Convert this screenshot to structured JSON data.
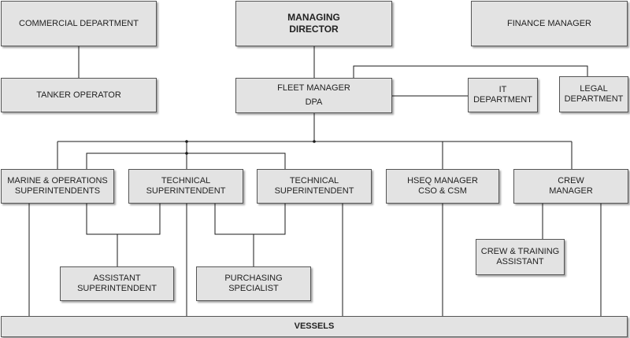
{
  "org_chart": {
    "managing_director": "MANAGING\nDIRECTOR",
    "commercial_department": "COMMERCIAL DEPARTMENT",
    "finance_manager": "FINANCE MANAGER",
    "tanker_operator": "TANKER OPERATOR",
    "fleet_manager": {
      "title": "FLEET MANAGER",
      "subtitle": "DPA"
    },
    "it_department": "IT\nDEPARTMENT",
    "legal_department": "LEGAL\nDEPARTMENT",
    "marine_operations_superintendents": "MARINE & OPERATIONS\nSUPERINTENDENTS",
    "technical_superintendent_1": "TECHNICAL\nSUPERINTENDENT",
    "technical_superintendent_2": "TECHNICAL\nSUPERINTENDENT",
    "hseq_manager": "HSEQ MANAGER\nCSO & CSM",
    "crew_manager": "CREW\nMANAGER",
    "assistant_superintendent": "ASSISTANT\nSUPERINTENDENT",
    "purchasing_specialist": "PURCHASING\nSPECIALIST",
    "crew_training_assistant": "CREW & TRAINING\nASSISTANT",
    "vessels": "VESSELS"
  },
  "colors": {
    "box_fill": "#e3e3e3",
    "box_border": "#555555",
    "line": "#1a1a1a",
    "text": "#222222"
  }
}
